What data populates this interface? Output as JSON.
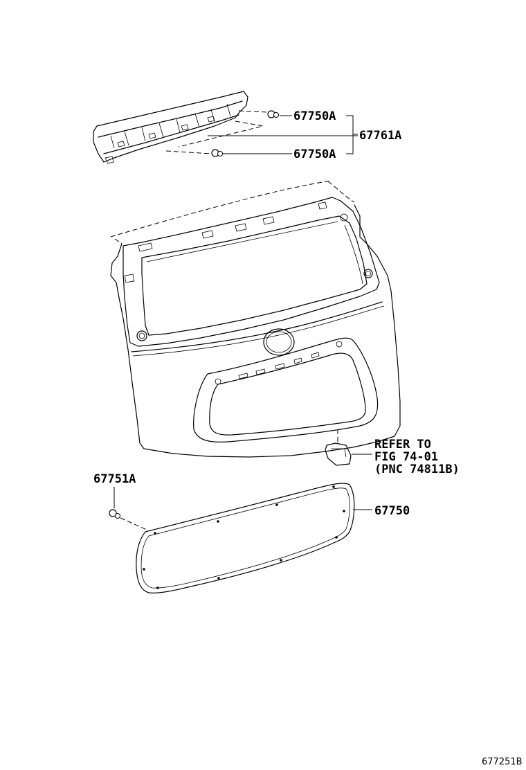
{
  "parts": {
    "clip_upper": "67750A",
    "spoiler": "67761A",
    "clip_lower": "67750A",
    "clip_side": "67751A",
    "board": "67750"
  },
  "reference": {
    "line1": "REFER TO",
    "line2": "FIG 74-01",
    "line3": "(PNC 74811B)"
  },
  "diagram_id": "677251B"
}
